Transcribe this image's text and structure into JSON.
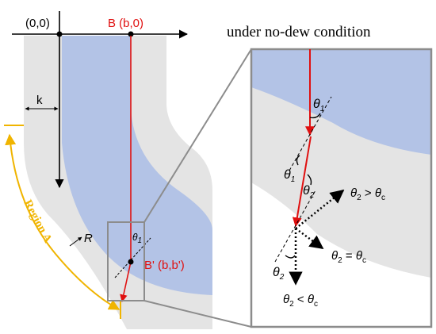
{
  "diagram": {
    "origin_label": "(0,0)",
    "point_b_label": "B (b,0)",
    "point_b_prime_label": "B' (b,b')",
    "k_label": "k",
    "r_label": "R",
    "region_label": "Region A",
    "theta1_small": "θ",
    "theta1_small_sub": "1"
  },
  "inset": {
    "title": "under no-dew condition",
    "theta1_top": "θ",
    "theta1_top_sub": "1",
    "theta1_mid": "θ",
    "theta1_mid_sub": "1",
    "theta2_mid": "θ",
    "theta2_mid_sub": "2",
    "theta2_bottom": "θ",
    "theta2_bottom_sub": "2",
    "cond_greater": {
      "lhs": "θ",
      "lhs_sub": "2",
      "op": " > ",
      "rhs": "θ",
      "rhs_sub": "c"
    },
    "cond_equal": {
      "lhs": "θ",
      "lhs_sub": "2",
      "op": " = ",
      "rhs": "θ",
      "rhs_sub": "c"
    },
    "cond_less": {
      "lhs": "θ",
      "lhs_sub": "2",
      "op": " < ",
      "rhs": "θ",
      "rhs_sub": "c"
    }
  },
  "colors": {
    "core_blue": "#b3c3e6",
    "cladding_gray": "#e4e4e4",
    "ray_red": "#e01010",
    "region_gold": "#f0b400",
    "frame_gray": "#8c8c8c"
  }
}
